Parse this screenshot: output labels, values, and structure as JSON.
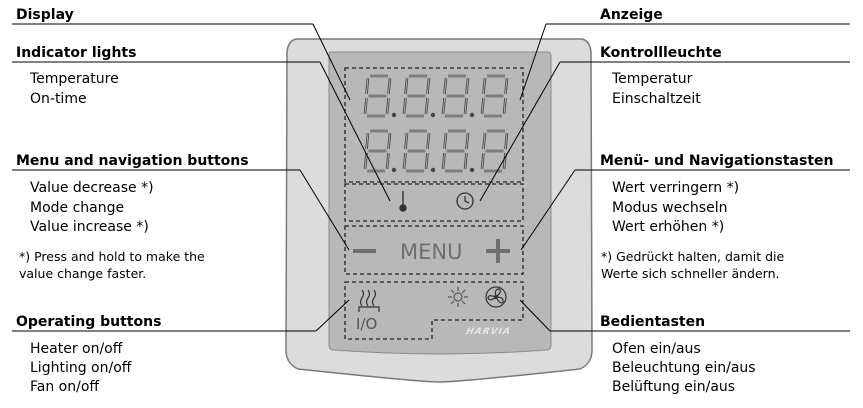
{
  "left": {
    "display": "Display",
    "indicator_lights": "Indicator lights",
    "indicator_items": [
      "Temperature",
      "On-time"
    ],
    "menu_nav": "Menu and navigation buttons",
    "menu_items": [
      "Value decrease *)",
      "Mode change",
      "Value increase *)"
    ],
    "menu_note": [
      "*) Press and hold to make the",
      "value change faster."
    ],
    "operating": "Operating buttons",
    "operating_items": [
      "Heater on/off",
      "Lighting on/off",
      "Fan on/off"
    ]
  },
  "right": {
    "display": "Anzeige",
    "indicator_lights": "Kontrollleuchte",
    "indicator_items": [
      "Temperatur",
      "Einschaltzeit"
    ],
    "menu_nav": "Menü- und Navigationstasten",
    "menu_items": [
      "Wert verringern *)",
      "Modus wechseln",
      "Wert erhöhen *)"
    ],
    "menu_note": [
      "*) Gedrückt halten, damit die",
      "Werte sich schneller ändern."
    ],
    "operating": "Bedientasten",
    "operating_items": [
      "Ofen ein/aus",
      "Beleuchtung ein/aus",
      "Belüftung ein/aus"
    ]
  },
  "panel": {
    "menu_label": "MENU",
    "heater_power_label": "I/O",
    "brand": "HARVIA"
  },
  "icons": [
    "thermometer-icon",
    "clock-icon",
    "minus-icon",
    "plus-icon",
    "heater-icon",
    "light-icon",
    "fan-icon"
  ]
}
